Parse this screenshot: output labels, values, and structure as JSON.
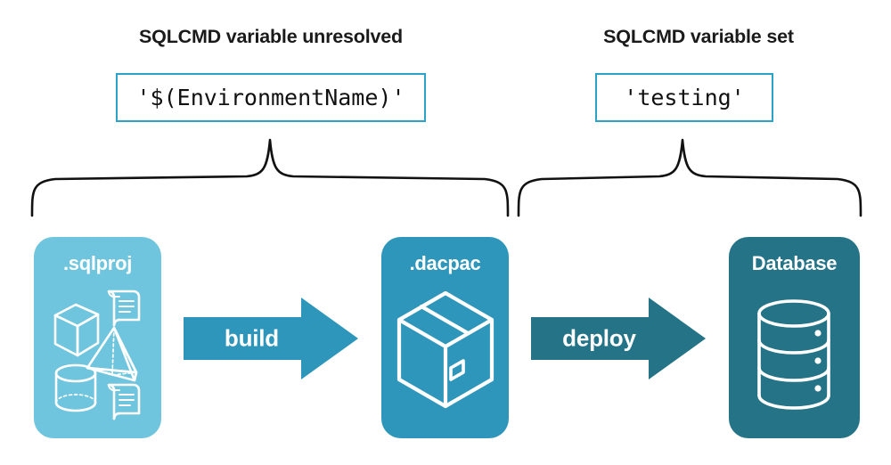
{
  "diagram": {
    "title_left": "SQLCMD variable unresolved",
    "title_right": "SQLCMD variable set",
    "code_left": "'$(EnvironmentName)'",
    "code_right": "'testing'",
    "stages": [
      {
        "label": ".sqlproj",
        "color": "#6fc5dd",
        "icon": "sql-project-shapes-icon"
      },
      {
        "label": ".dacpac",
        "color": "#2e96ba",
        "icon": "package-box-icon"
      },
      {
        "label": "Database",
        "color": "#247387",
        "icon": "database-cylinder-icon"
      }
    ],
    "arrows": [
      {
        "label": "build",
        "color": "#2e96ba"
      },
      {
        "label": "deploy",
        "color": "#247387"
      }
    ],
    "colors": {
      "code_border": "#2ba3c6",
      "brace_stroke": "#111111",
      "heading_text": "#1a1a1a",
      "background": "#ffffff"
    }
  }
}
